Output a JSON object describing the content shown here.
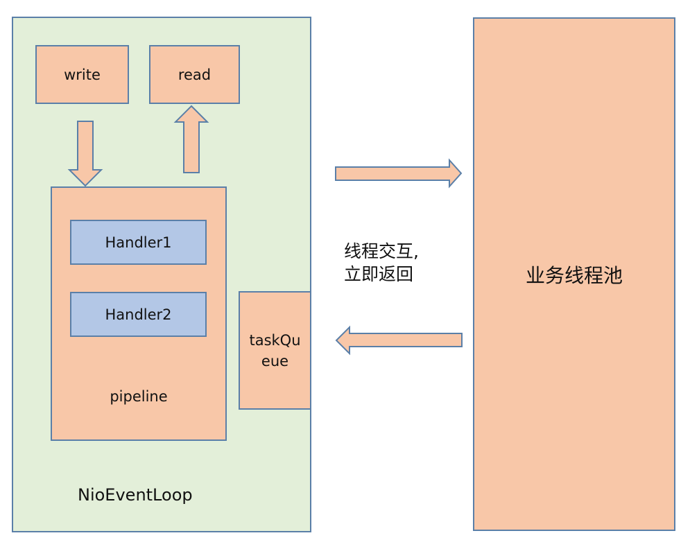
{
  "colors": {
    "event_loop_bg": "#e3efd9",
    "box_fill": "#f8c7a8",
    "handler_fill": "#b3c7e6",
    "outline": "#5a7fa8"
  },
  "event_loop": {
    "label": "NioEventLoop",
    "write_label": "write",
    "read_label": "read",
    "pipeline": {
      "label": "pipeline",
      "handlers": [
        "Handler1",
        "Handler2"
      ]
    },
    "task_queue_label": "taskQu\neue"
  },
  "interaction_note": "线程交互,\n立即返回",
  "business_pool_label": "业务线程池"
}
